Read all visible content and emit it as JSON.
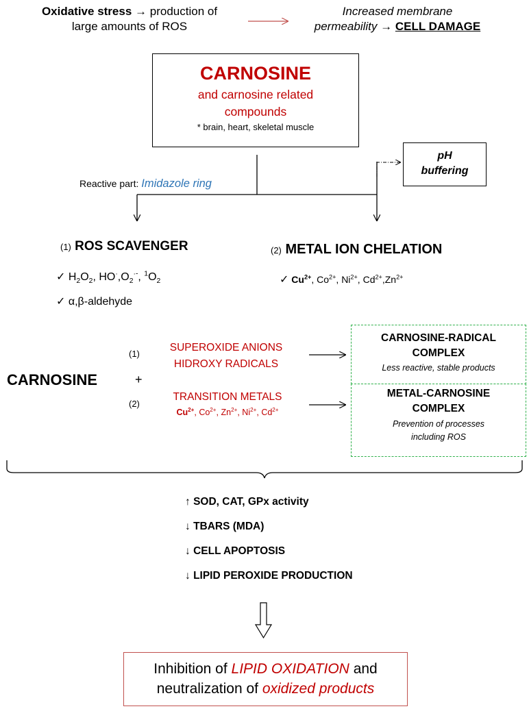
{
  "header": {
    "left_bold": "Oxidative stress",
    "left_arrow": "→",
    "left_rest": "production of",
    "left_line2": "large amounts of ROS",
    "right_line1": "Increased membrane",
    "right_line2_ital": "permeability",
    "right_arrow": "→",
    "right_damage": "CELL DAMAGE"
  },
  "carnosine_box": {
    "title": "CARNOSINE",
    "subtitle_line1": "and carnosine related",
    "subtitle_line2": "compounds",
    "note": "* brain, heart, skeletal muscle"
  },
  "ph_box": {
    "line1": "pH",
    "line2": "buffering"
  },
  "reactive": {
    "prefix": "Reactive part:",
    "name": "Imidazole ring"
  },
  "branch1": {
    "num": "(1)",
    "title": "ROS SCAVENGER",
    "check": "✓",
    "item1": {
      "h": "H",
      "s2": "2",
      "o": "O",
      "ho": "HO",
      "dot": "·",
      "o2": "O",
      "sub2": "2",
      "sup_minus": "·-",
      "one": "1"
    },
    "item2": "α,β-aldehyde"
  },
  "branch2": {
    "num": "(2)",
    "title": "METAL ION CHELATION",
    "check": "✓",
    "metals": [
      "Cu",
      "Co",
      "Ni",
      "Cd",
      "Zn"
    ],
    "charge": "2+"
  },
  "reaction": {
    "carnosine": "CARNOSINE",
    "plus": "+",
    "num1": "(1)",
    "num2": "(2)",
    "react1_line1": "SUPEROXIDE ANIONS",
    "react1_line2": "HIDROXY RADICALS",
    "react2_line1": "TRANSITION METALS",
    "react2_metals": [
      "Cu",
      "Co",
      "Zn",
      "Ni",
      "Cd"
    ],
    "charge": "2+"
  },
  "complex1": {
    "line1": "CARNOSINE-RADICAL",
    "line2": "COMPLEX",
    "desc": "Less reactive, stable products"
  },
  "complex2": {
    "line1": "METAL-CARNOSINE",
    "line2": "COMPLEX",
    "desc_line1": "Prevention of processes",
    "desc_line2": "including ROS"
  },
  "effects": [
    {
      "arrow": "↑",
      "text": "SOD, CAT, GPx activity"
    },
    {
      "arrow": "↓",
      "text": "TBARS (MDA)"
    },
    {
      "arrow": "↓",
      "text": "CELL APOPTOSIS"
    },
    {
      "arrow": "↓",
      "text": "LIPID PEROXIDE PRODUCTION"
    }
  ],
  "conclusion": {
    "p1": "Inhibition of",
    "p2": "LIPID OXIDATION",
    "p3": "and",
    "p4": "neutralization of",
    "p5": "oxidized products"
  }
}
